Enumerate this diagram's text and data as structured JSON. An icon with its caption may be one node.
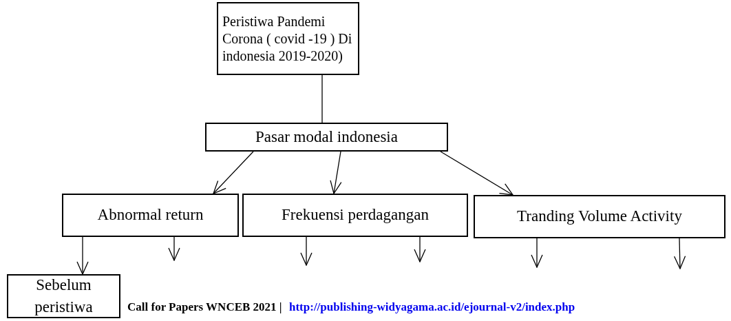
{
  "diagram": {
    "nodes": [
      {
        "text": [
          "Peristiwa Pandemi  Corona ( covid -19 ) Di indonesia 2019-2020)"
        ]
      },
      {
        "text": [
          "Pasar modal indonesia"
        ]
      },
      {
        "text": [
          "Abnormal return"
        ]
      },
      {
        "text": [
          "Frekuensi perdagangan"
        ]
      },
      {
        "text": [
          "Tranding Volume Activity"
        ]
      },
      {
        "text": [
          "Sebelum peristiwa"
        ]
      }
    ],
    "edges": [
      {
        "from": 0,
        "to": 1,
        "arrow": "none"
      },
      {
        "from": 1,
        "to": 2,
        "arrow": "to"
      },
      {
        "from": 1,
        "to": 3,
        "arrow": "to"
      },
      {
        "from": 1,
        "to": 4,
        "arrow": "to"
      },
      {
        "from": 2,
        "to": 5,
        "arrow": "to"
      },
      {
        "from": 2,
        "to": null,
        "arrow": "to"
      },
      {
        "from": 3,
        "to": null,
        "arrow": "to"
      },
      {
        "from": 3,
        "to": null,
        "arrow": "to"
      },
      {
        "from": 4,
        "to": null,
        "arrow": "to"
      },
      {
        "from": 4,
        "to": null,
        "arrow": "to"
      }
    ],
    "labels": [
      "Call for Papers WNCEB 2021 |",
      "http://publishing-widyagama.ac.id/ejournal-v2/index.php"
    ]
  }
}
